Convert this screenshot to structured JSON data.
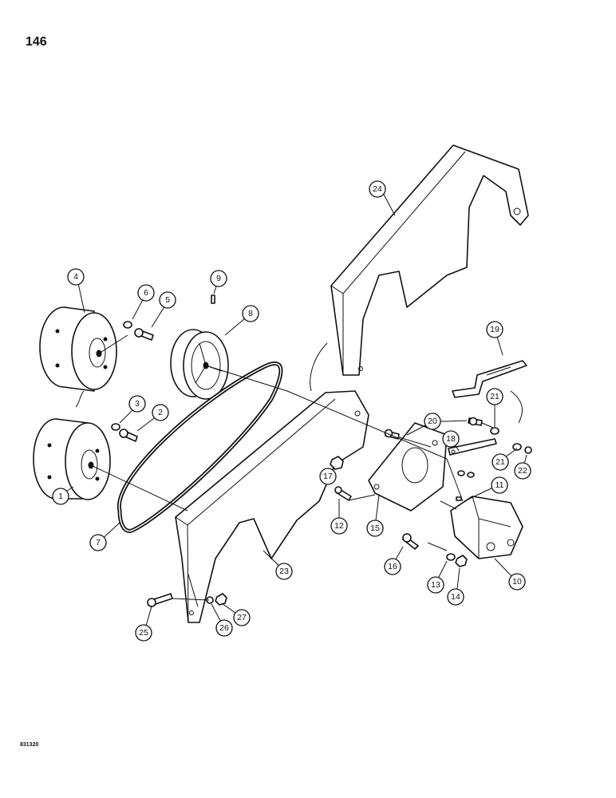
{
  "page_number": "146",
  "drawing_code": "831320",
  "callouts": {
    "c1": "1",
    "c2": "2",
    "c3": "3",
    "c4": "4",
    "c5": "5",
    "c6": "6",
    "c7": "7",
    "c8": "8",
    "c9": "9",
    "c10": "10",
    "c11": "11",
    "c12": "12",
    "c13": "13",
    "c14": "14",
    "c15": "15",
    "c16": "16",
    "c17": "17",
    "c18": "18",
    "c19": "19",
    "c20": "20",
    "c21a": "21",
    "c21b": "21",
    "c22": "22",
    "c23": "23",
    "c24": "24",
    "c25": "25",
    "c26": "26",
    "c27": "27"
  }
}
